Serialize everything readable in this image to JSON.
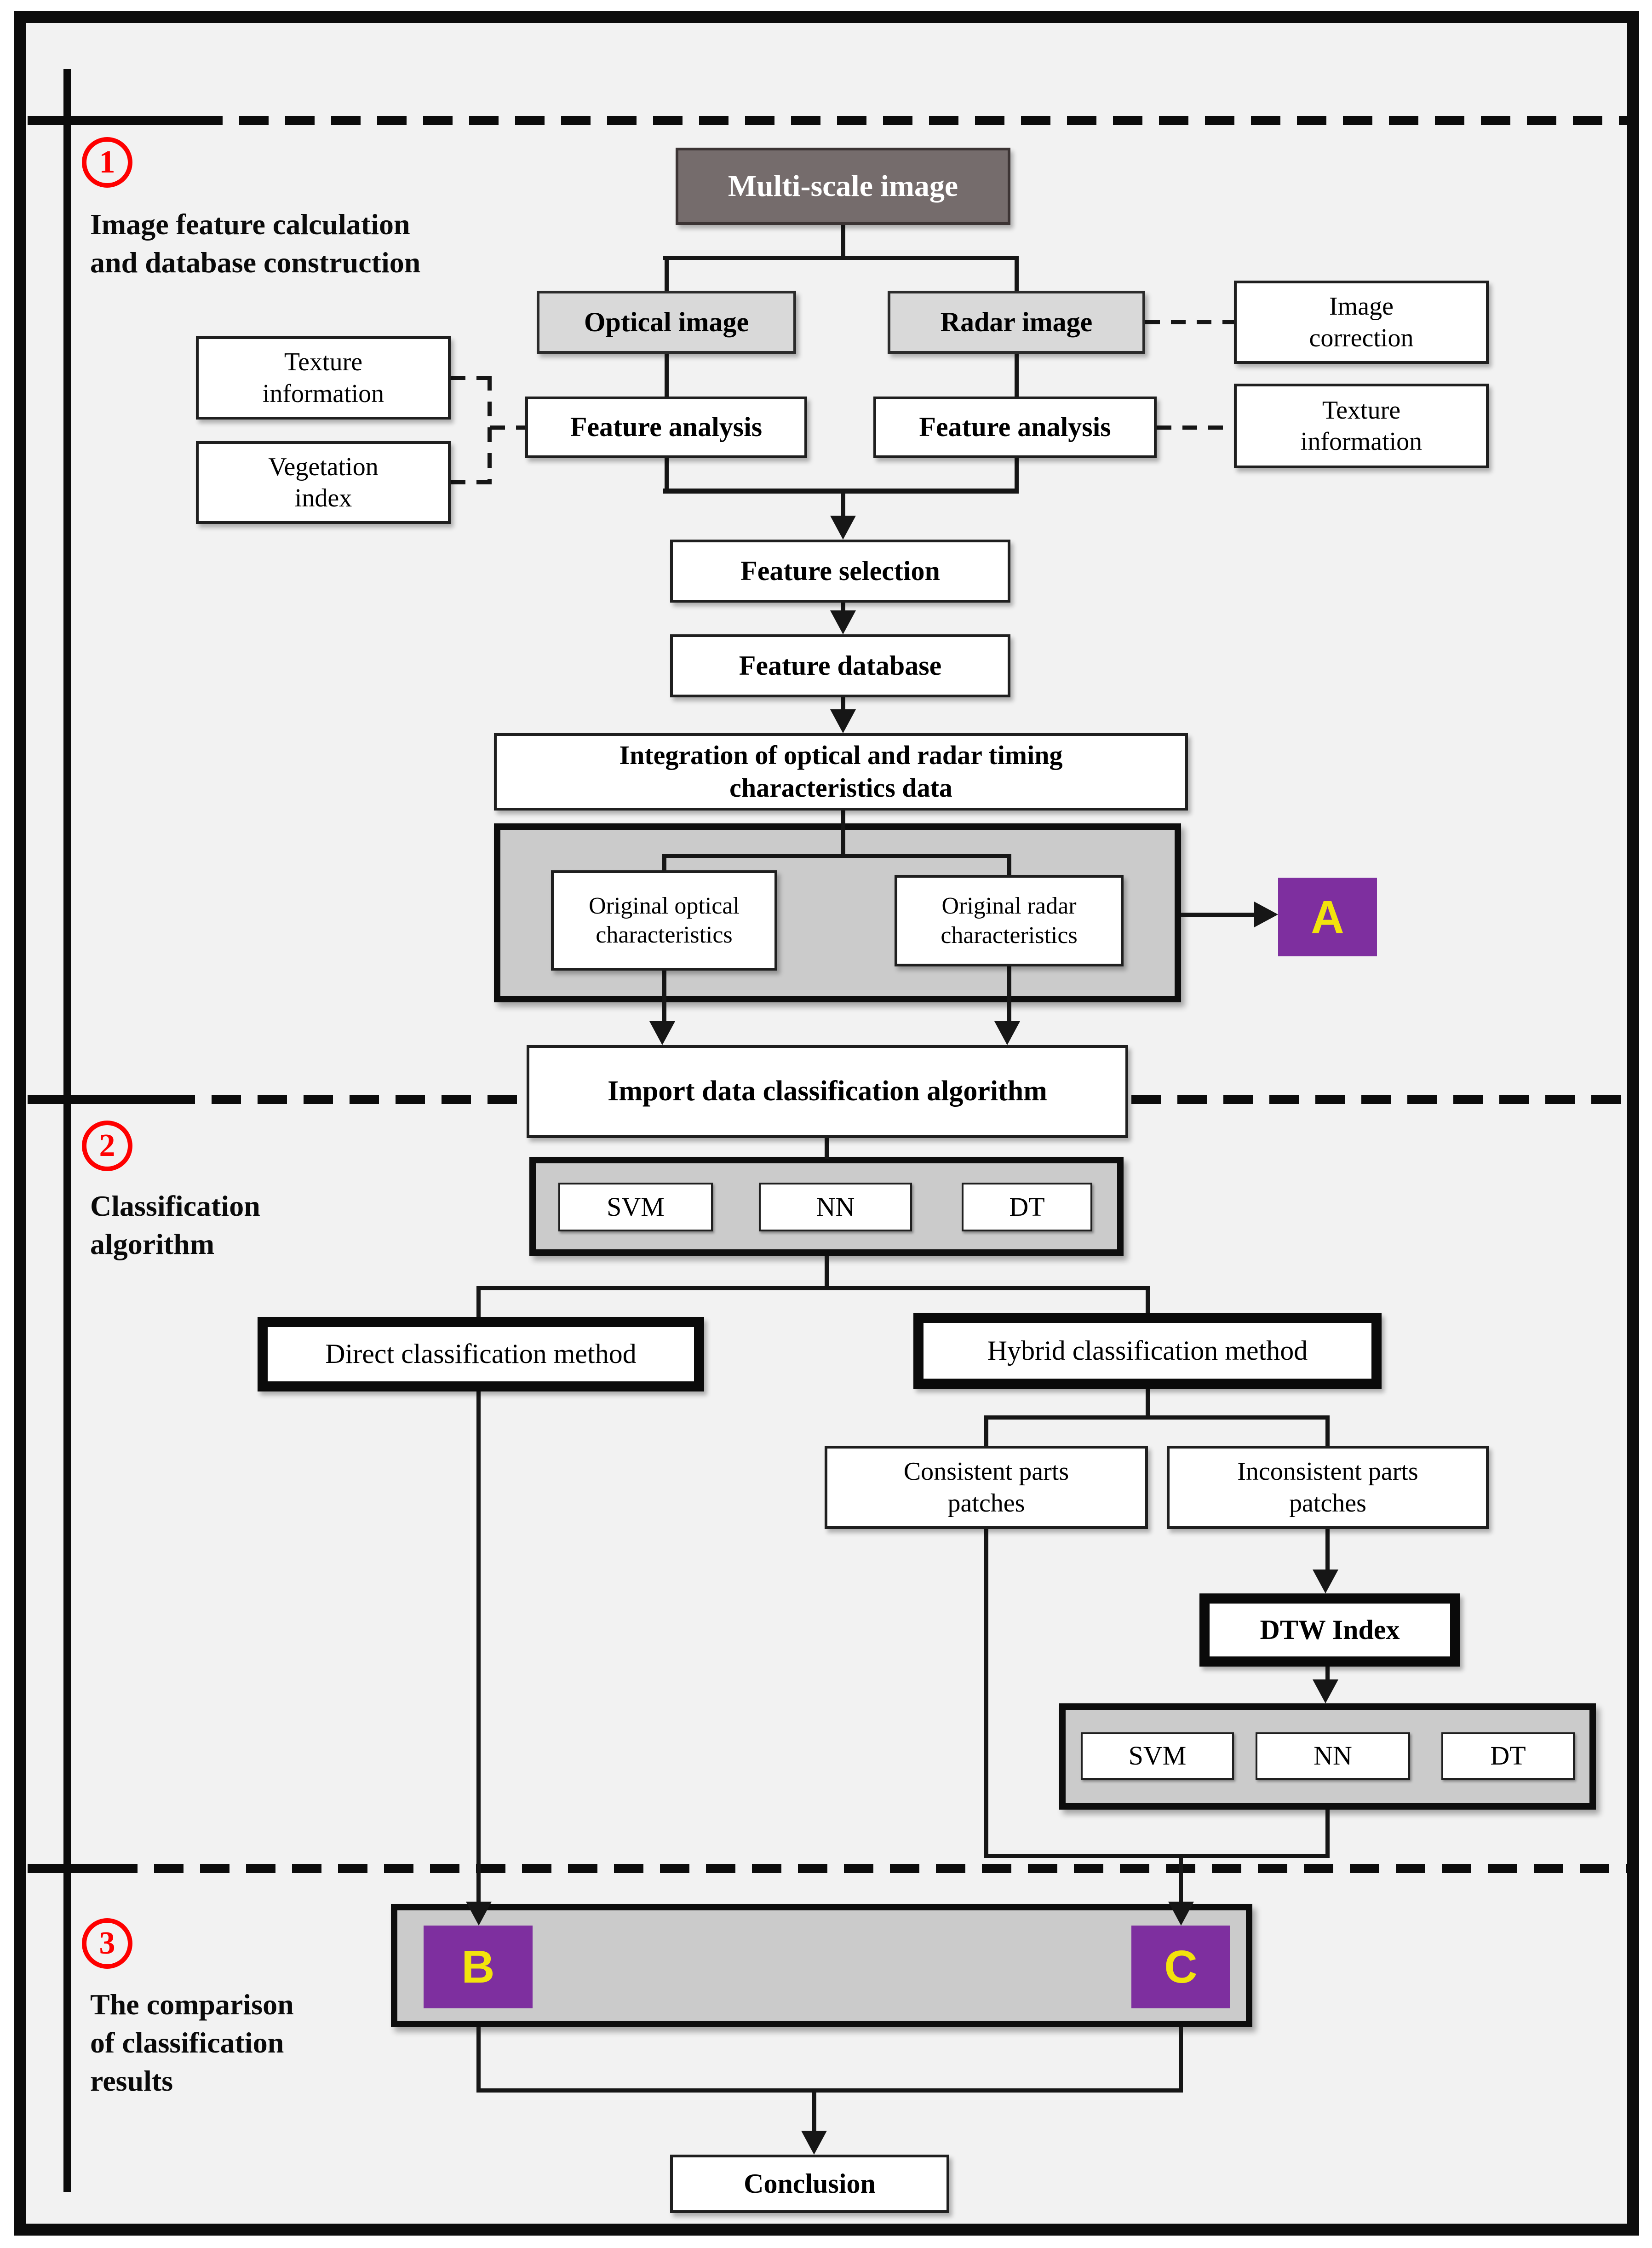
{
  "sections": [
    {
      "number": "1",
      "title": "Image feature calculation\nand database construction"
    },
    {
      "number": "2",
      "title": "Classification\nalgorithm"
    },
    {
      "number": "3",
      "title": "The comparison\nof classification\nresults"
    }
  ],
  "nodes": {
    "multi_scale": "Multi-scale image",
    "optical": "Optical image",
    "radar": "Radar image",
    "image_correction": "Image\ncorrection",
    "texture_info_left": "Texture\ninformation",
    "vegetation_index": "Vegetation\nindex",
    "feature_analysis_left": "Feature analysis",
    "feature_analysis_right": "Feature analysis",
    "texture_info_right": "Texture\ninformation",
    "feature_selection": "Feature selection",
    "feature_database": "Feature database",
    "integration": "Integration of optical and radar timing\ncharacteristics data",
    "original_optical": "Original optical\ncharacteristics",
    "original_radar": "Original radar\ncharacteristics",
    "import_algorithm": "Import  data classification algorithm",
    "direct_method": "Direct classification method",
    "hybrid_method": "Hybrid classification method",
    "consistent_patches": "Consistent parts\npatches",
    "inconsistent_patches": "Inconsistent parts\npatches",
    "dtw_index": "DTW Index",
    "conclusion": "Conclusion"
  },
  "algorithms_top": [
    "SVM",
    "NN",
    "DT"
  ],
  "algorithms_bottom": [
    "SVM",
    "NN",
    "DT"
  ],
  "markers": {
    "a": "A",
    "b": "B",
    "c": "C"
  },
  "colors": {
    "marker_bg": "#7E2F9F",
    "marker_letter": "#F2E30C",
    "section_badge": "#FF0000",
    "dark_box_bg": "#756C6C",
    "image_box_bg": "#D9D9D9",
    "container_bg": "#CBCBCB",
    "canvas_bg": "#F2F2F2",
    "line": "#161616"
  }
}
